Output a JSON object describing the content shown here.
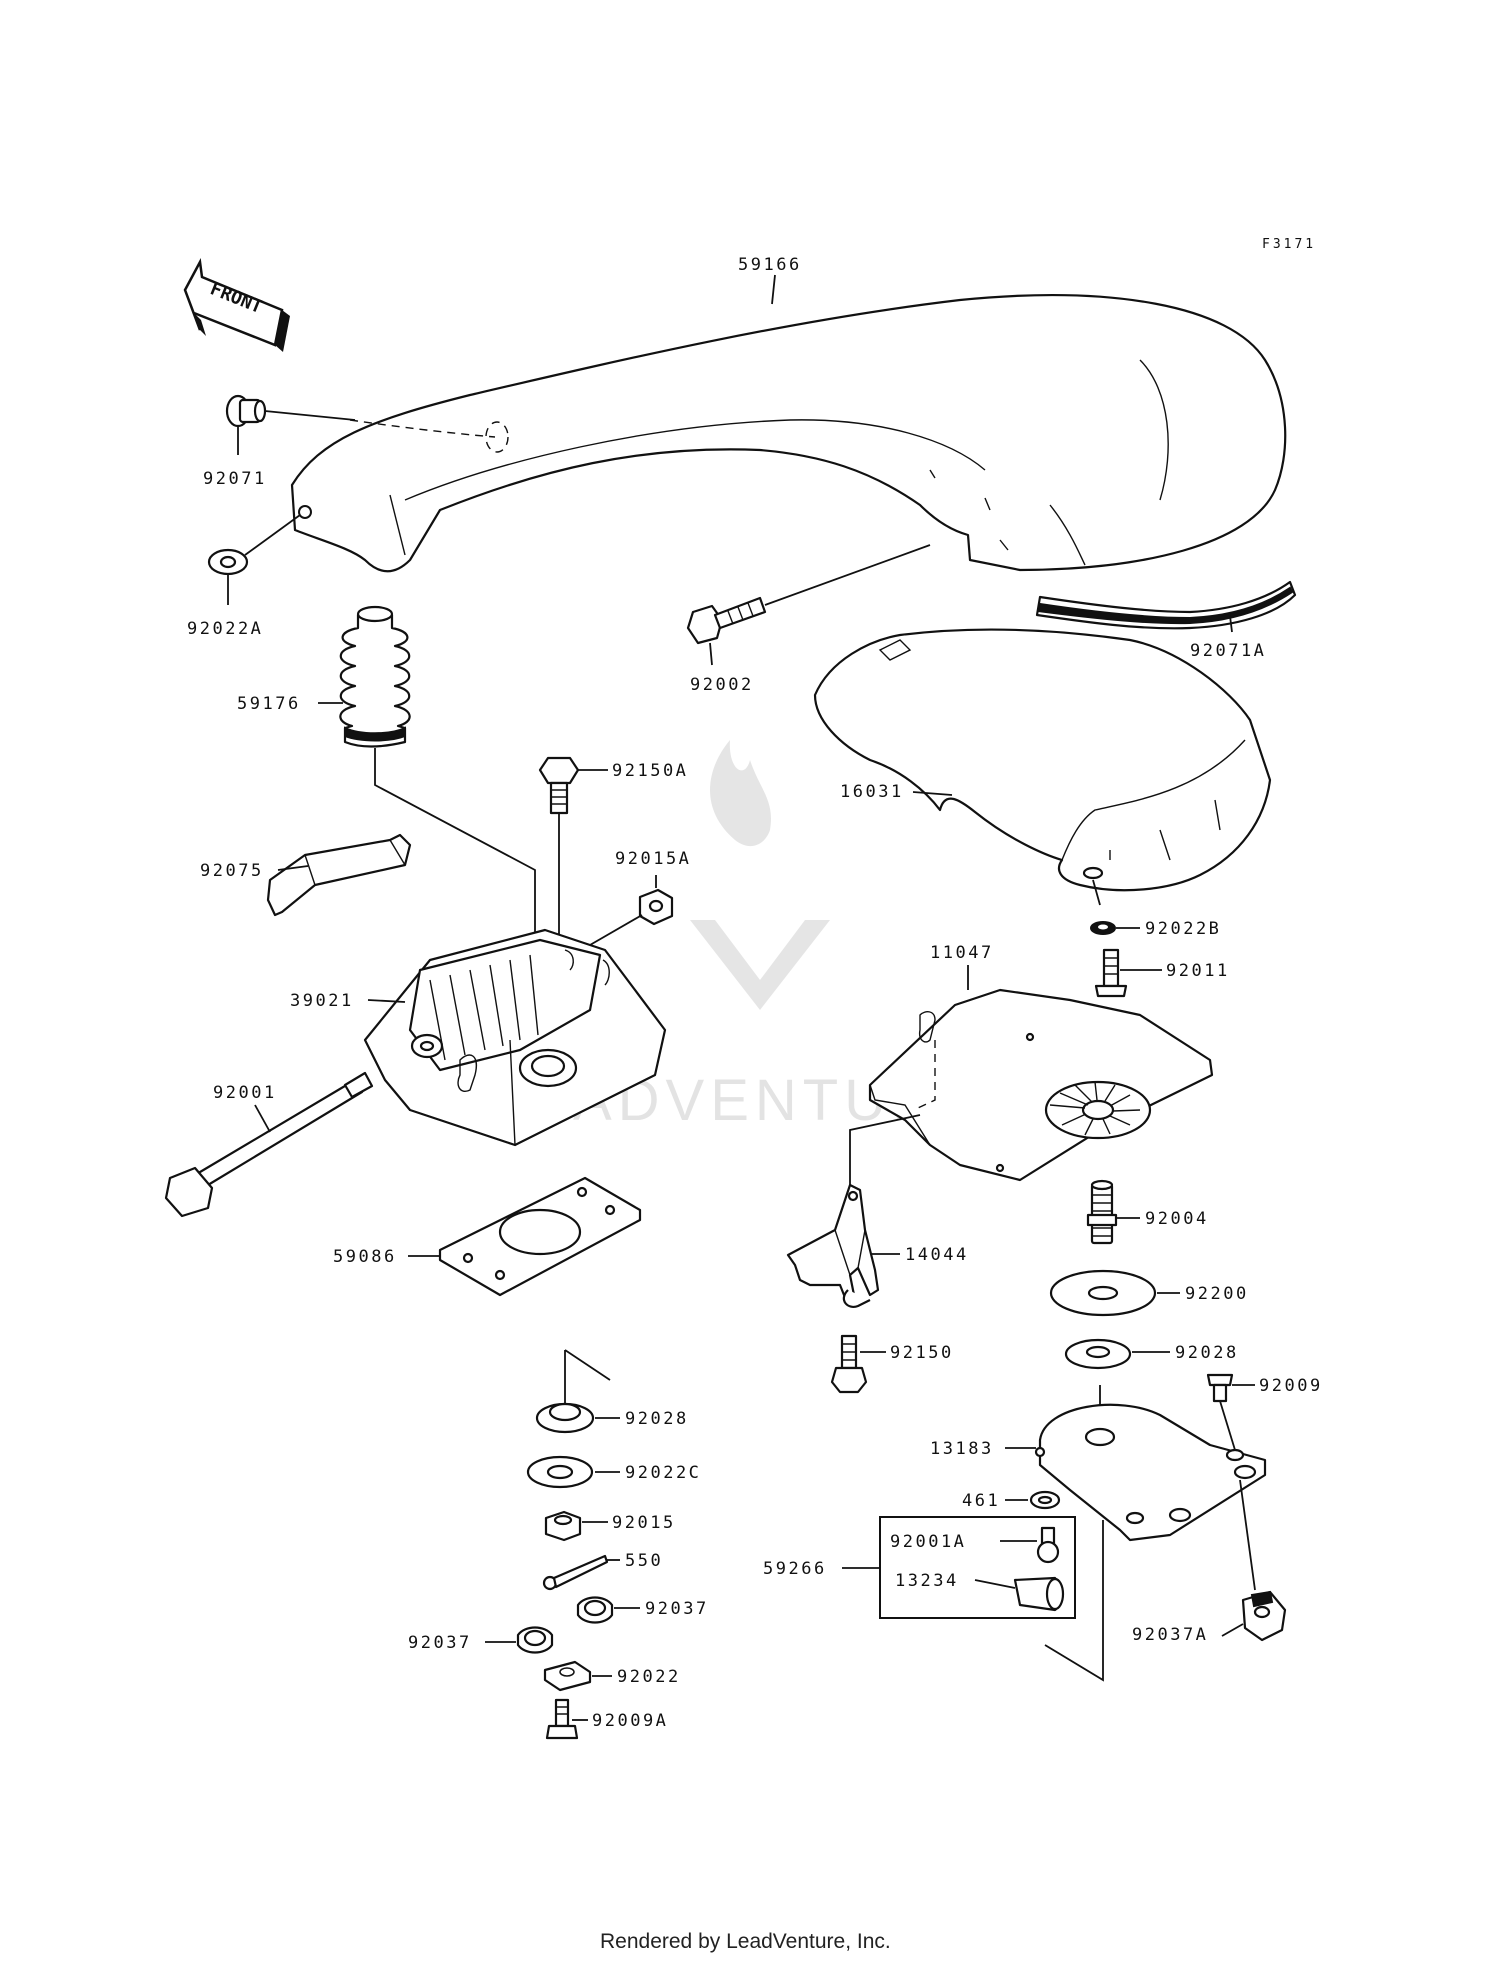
{
  "figure_code": "F3171",
  "orientation_arrow": "FRONT",
  "watermark": "LEADVENTURE",
  "footer": "Rendered by LeadVenture, Inc.",
  "part_labels": {
    "p59166": "59166",
    "p92071": "92071",
    "p92022A": "92022A",
    "p92071A": "92071A",
    "p92002": "92002",
    "p59176": "59176",
    "p92150A": "92150A",
    "p16031": "16031",
    "p92075": "92075",
    "p92015A": "92015A",
    "p92022B": "92022B",
    "p11047": "11047",
    "p92011": "92011",
    "p39021": "39021",
    "p92001": "92001",
    "p92004": "92004",
    "p14044": "14044",
    "p59086": "59086",
    "p92200": "92200",
    "p92150": "92150",
    "p92028_r": "92028",
    "p92009": "92009",
    "p92028_l": "92028",
    "p13183": "13183",
    "p92022C": "92022C",
    "p461": "461",
    "p92015": "92015",
    "p92001A": "92001A",
    "p59266": "59266",
    "p550": "550",
    "p13234": "13234",
    "p92037_r": "92037",
    "p92037_l": "92037",
    "p92022": "92022",
    "p92037A": "92037A",
    "p92009A": "92009A"
  }
}
